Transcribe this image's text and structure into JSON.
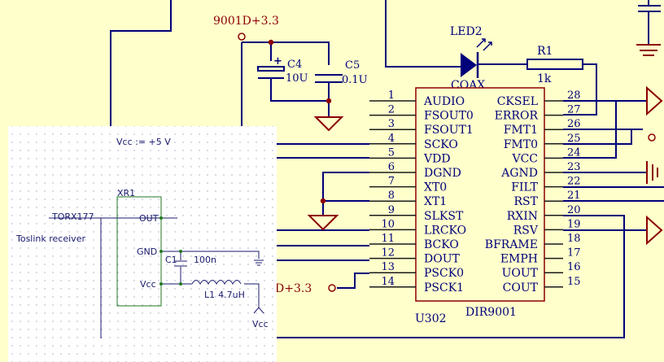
{
  "schematic": {
    "power_label": "9001D+3.3",
    "power_label_bottom": "D+3.3",
    "led": {
      "ref": "LED2",
      "value": "COAX"
    },
    "resistor": {
      "ref": "R1",
      "value": "1k"
    },
    "c4": {
      "ref": "C4",
      "value": "10U"
    },
    "c5": {
      "ref": "C5",
      "value": "0.1U"
    },
    "ic": {
      "ref": "U302",
      "part": "DIR9001",
      "left_pins": [
        {
          "num": "1",
          "name": "AUDIO"
        },
        {
          "num": "2",
          "name": "FSOUT0"
        },
        {
          "num": "3",
          "name": "FSOUT1"
        },
        {
          "num": "4",
          "name": "SCKO"
        },
        {
          "num": "5",
          "name": "VDD"
        },
        {
          "num": "6",
          "name": "DGND"
        },
        {
          "num": "7",
          "name": "XT0"
        },
        {
          "num": "8",
          "name": "XT1"
        },
        {
          "num": "9",
          "name": "SLKST"
        },
        {
          "num": "10",
          "name": "LRCKO"
        },
        {
          "num": "11",
          "name": "BCKO"
        },
        {
          "num": "12",
          "name": "DOUT"
        },
        {
          "num": "13",
          "name": "PSCK0"
        },
        {
          "num": "14",
          "name": "PSCK1"
        }
      ],
      "right_pins": [
        {
          "num": "28",
          "name": "CKSEL"
        },
        {
          "num": "27",
          "name": "ERROR"
        },
        {
          "num": "26",
          "name": "FMT1"
        },
        {
          "num": "25",
          "name": "FMT0"
        },
        {
          "num": "24",
          "name": "VCC"
        },
        {
          "num": "23",
          "name": "AGND"
        },
        {
          "num": "22",
          "name": "FILT"
        },
        {
          "num": "21",
          "name": "RST"
        },
        {
          "num": "20",
          "name": "RXIN"
        },
        {
          "num": "19",
          "name": "RSV"
        },
        {
          "num": "18",
          "name": "BFRAME"
        },
        {
          "num": "17",
          "name": "EMPH"
        },
        {
          "num": "16",
          "name": "UOUT"
        },
        {
          "num": "15",
          "name": "COUT"
        }
      ]
    }
  },
  "overlay": {
    "vcc_note": "Vcc := +5 V",
    "module_ref": "XR1",
    "module_part": "TORX177",
    "module_desc": "Toslink receiver",
    "pins": {
      "out": "OUT",
      "gnd": "GND",
      "vcc": "Vcc"
    },
    "cap": {
      "ref": "C1",
      "value": "100n"
    },
    "inductor": {
      "ref": "L1",
      "value": "4.7uH"
    },
    "vcc_label": "Vcc"
  }
}
